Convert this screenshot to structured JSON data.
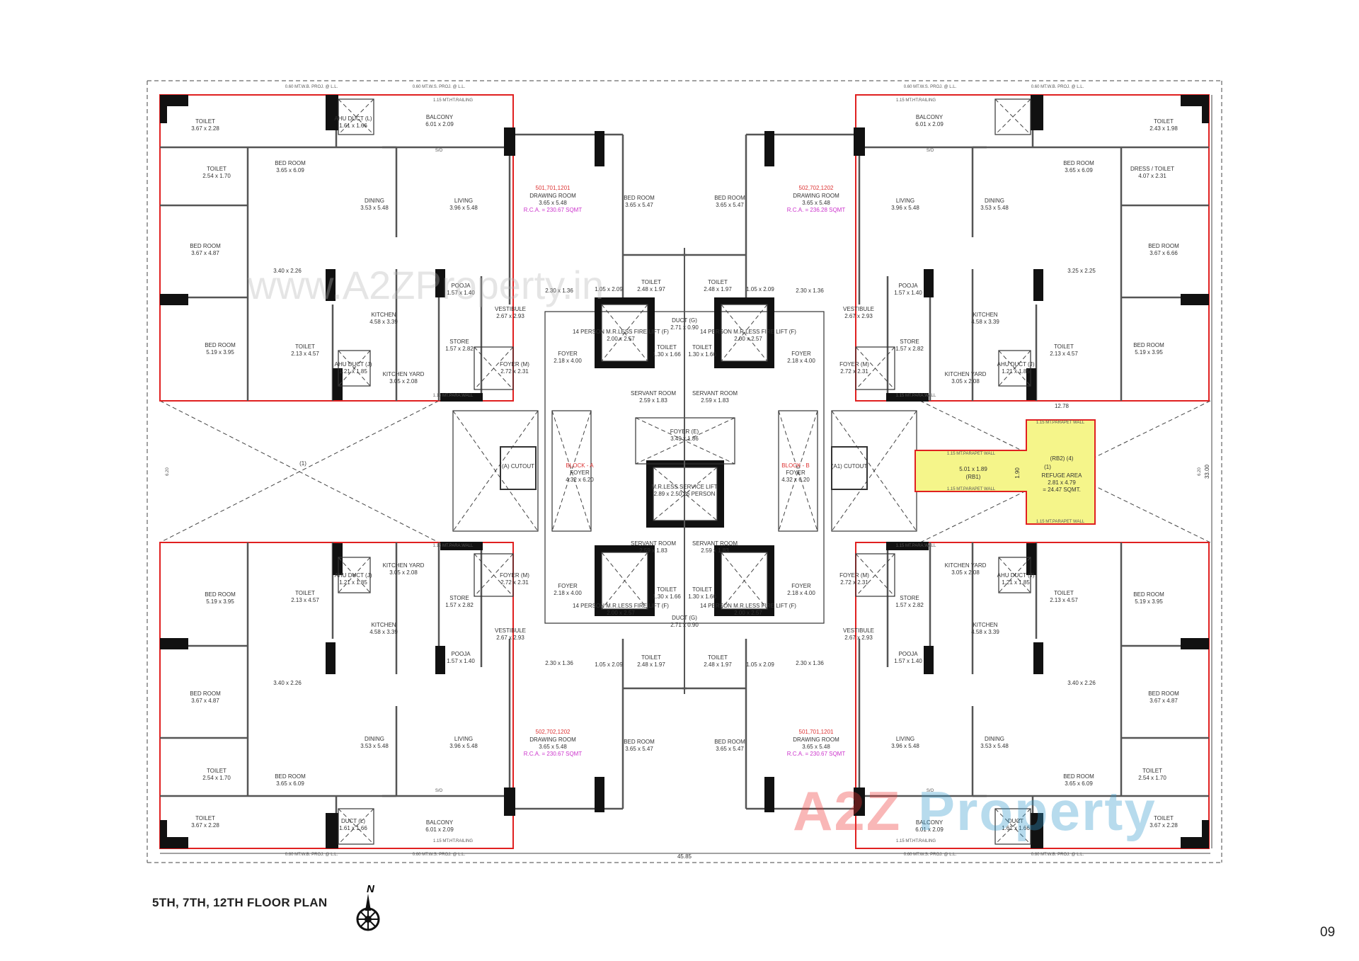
{
  "title": "5TH, 7TH, 12TH FLOOR PLAN",
  "page_number": "09",
  "north_label": "N",
  "watermark_text": "www.A2ZProperty.in",
  "logo": {
    "part1": "A2Z",
    "part2": " Property"
  },
  "colors": {
    "outline": "#e02020",
    "refuge_fill": "#f5f58a",
    "wall": "#555555",
    "column": "#111111",
    "unit_label": "#d33333",
    "rca_label": "#cc33cc"
  },
  "dimensions": {
    "overall_width": "45.85",
    "overall_depth": "33.00",
    "gap_left": "6.20",
    "gap_right": "6.20"
  },
  "apartments": [
    {
      "id": "top-left",
      "unit": "501,701,1201",
      "rca": "R.C.A. = 230.67 SQMT",
      "rooms": [
        [
          "TOILET",
          "3.67 x 2.28"
        ],
        [
          "TOILET",
          "2.54 x 1.70"
        ],
        [
          "BED ROOM",
          "3.65 x 6.09"
        ],
        [
          "BED ROOM",
          "3.67 x 4.87"
        ],
        [
          "",
          "3.40 x 2.26"
        ],
        [
          "BED ROOM",
          "5.19 x 3.95"
        ],
        [
          "TOILET",
          "2.13 x 4.57"
        ],
        [
          "DINING",
          "3.53 x 5.48"
        ],
        [
          "LIVING",
          "3.96 x 5.48"
        ],
        [
          "BALCONY",
          "6.01 x 2.09"
        ],
        [
          "AHU DUCT (L)",
          "1.61 x 1.66"
        ],
        [
          "KITCHEN",
          "4.58 x 3.39"
        ],
        [
          "POOJA",
          "1.57 x 1.40"
        ],
        [
          "STORE",
          "1.57 x 2.82"
        ],
        [
          "KITCHEN YARD",
          "3.05 x 2.08"
        ],
        [
          "AHU DUCT (J)",
          "1.21 x 1.85"
        ],
        [
          "VESTIBULE",
          "2.67 x 2.93"
        ],
        [
          "FOYER (M)",
          "2.72 x 2.31"
        ],
        [
          "DRAWING ROOM",
          "3.65 x 5.48"
        ],
        [
          "",
          "2.30 x 1.36"
        ],
        [
          "FOYER",
          "2.18 x 4.00"
        ],
        [
          "BED ROOM",
          "3.65 x 5.47"
        ],
        [
          "TOILET",
          "2.48 x 1.97"
        ],
        [
          "",
          "1.05 x 2.09"
        ]
      ]
    },
    {
      "id": "top-right",
      "unit": "502,702,1202",
      "rca": "R.C.A. = 236.28 SQMT",
      "rooms": [
        [
          "TOILET",
          "2.43 x 1.98"
        ],
        [
          "DRESS / TOILET",
          "4.07 x 2.31"
        ],
        [
          "BED ROOM",
          "3.65 x 6.09"
        ],
        [
          "BED ROOM",
          "3.67 x 6.66"
        ],
        [
          "",
          "3.25 x 2.25"
        ],
        [
          "BED ROOM",
          "5.19 x 3.95"
        ],
        [
          "TOILET",
          "2.13 x 4.57"
        ],
        [
          "DINING",
          "3.53 x 5.48"
        ],
        [
          "LIVING",
          "3.96 x 5.48"
        ],
        [
          "BALCONY",
          "6.01 x 2.09"
        ],
        [
          "",
          ""
        ],
        [
          "KITCHEN",
          "4.58 x 3.39"
        ],
        [
          "POOJA",
          "1.57 x 1.40"
        ],
        [
          "STORE",
          "1.57 x 2.82"
        ],
        [
          "KITCHEN YARD",
          "3.05 x 2.08"
        ],
        [
          "AHU DUCT (J)",
          "1.21 x 1.85"
        ],
        [
          "VESTIBULE",
          "2.67 x 2.93"
        ],
        [
          "FOYER (M)",
          "2.72 x 2.31"
        ],
        [
          "DRAWING ROOM",
          "3.65 x 5.48"
        ],
        [
          "",
          "2.30 x 1.36"
        ],
        [
          "FOYER",
          "2.18 x 4.00"
        ],
        [
          "BED ROOM",
          "3.65 x 5.47"
        ],
        [
          "TOILET",
          "2.48 x 1.97"
        ],
        [
          "",
          "1.05 x 2.09"
        ]
      ]
    },
    {
      "id": "bottom-left",
      "unit": "502,702,1202",
      "rca": "R.C.A. = 230.67 SQMT",
      "rooms": [
        [
          "TOILET",
          "3.67 x 2.28"
        ],
        [
          "TOILET",
          "2.54 x 1.70"
        ],
        [
          "BED ROOM",
          "3.65 x 6.09"
        ],
        [
          "BED ROOM",
          "3.67 x 4.87"
        ],
        [
          "",
          "3.40 x 2.26"
        ],
        [
          "BED ROOM",
          "5.19 x 3.95"
        ],
        [
          "TOILET",
          "2.13 x 4.57"
        ],
        [
          "DINING",
          "3.53 x 5.48"
        ],
        [
          "LIVING",
          "3.96 x 5.48"
        ],
        [
          "BALCONY",
          "6.01 x 2.09"
        ],
        [
          "DUCT (L)",
          "1.61 x 1.66"
        ],
        [
          "KITCHEN",
          "4.58 x 3.39"
        ],
        [
          "POOJA",
          "1.57 x 1.40"
        ],
        [
          "STORE",
          "1.57 x 2.82"
        ],
        [
          "KITCHEN YARD",
          "3.05 x 2.08"
        ],
        [
          "AHU DUCT (J)",
          "1.21 x 1.85"
        ],
        [
          "VESTIBULE",
          "2.67 x 2.93"
        ],
        [
          "FOYER (M)",
          "2.72 x 2.31"
        ],
        [
          "DRAWING ROOM",
          "3.65 x 5.48"
        ],
        [
          "",
          "2.30 x 1.36"
        ],
        [
          "FOYER",
          "2.18 x 4.00"
        ],
        [
          "BED ROOM",
          "3.65 x 5.47"
        ],
        [
          "TOILET",
          "2.48 x 1.97"
        ],
        [
          "",
          "1.05 x 2.09"
        ]
      ]
    },
    {
      "id": "bottom-right",
      "unit": "501,701,1201",
      "rca": "R.C.A. = 230.67 SQMT",
      "rooms": [
        [
          "TOILET",
          "3.67 x 2.28"
        ],
        [
          "TOILET",
          "2.54 x 1.70"
        ],
        [
          "BED ROOM",
          "3.65 x 6.09"
        ],
        [
          "BED ROOM",
          "3.67 x 4.87"
        ],
        [
          "",
          "3.40 x 2.26"
        ],
        [
          "BED ROOM",
          "5.19 x 3.95"
        ],
        [
          "TOILET",
          "2.13 x 4.57"
        ],
        [
          "DINING",
          "3.53 x 5.48"
        ],
        [
          "LIVING",
          "3.96 x 5.48"
        ],
        [
          "BALCONY",
          "6.01 x 2.09"
        ],
        [
          "DUCT",
          "1.61 x 1.66"
        ],
        [
          "KITCHEN",
          "4.58 x 3.39"
        ],
        [
          "POOJA",
          "1.57 x 1.40"
        ],
        [
          "STORE",
          "1.57 x 2.82"
        ],
        [
          "KITCHEN YARD",
          "3.05 x 2.08"
        ],
        [
          "AHU DUCT (J)",
          "1.21 x 1.85"
        ],
        [
          "VESTIBULE",
          "2.67 x 2.93"
        ],
        [
          "FOYER (M)",
          "2.72 x 2.31"
        ],
        [
          "DRAWING ROOM",
          "3.65 x 5.48"
        ],
        [
          "",
          "2.30 x 1.36"
        ],
        [
          "FOYER",
          "2.18 x 4.00"
        ],
        [
          "BED ROOM",
          "3.65 x 5.47"
        ],
        [
          "TOILET",
          "2.48 x 1.97"
        ],
        [
          "",
          "1.05 x 2.09"
        ]
      ]
    }
  ],
  "core": [
    [
      "14 PERSON M.R.LESS FIRE LIFT (F)",
      "2.00 x 2.57"
    ],
    [
      "TOILET",
      "1.30 x 1.66"
    ],
    [
      "SERVANT ROOM",
      "2.59 x 1.83"
    ],
    [
      "FOYER (E)",
      "3.49 x 1.86"
    ],
    [
      "M.R.LESS SERVICE LIFT",
      "2.89 x 2.50  26 PERSON"
    ],
    [
      "DUCT (G)",
      "2.71 x 0.90"
    ]
  ],
  "blocks": [
    {
      "label": "BLOCK - A",
      "room": "FOYER",
      "dims": "4.32 x 6.20"
    },
    {
      "label": "BLOCK - B",
      "room": "FOYER",
      "dims": "4.32 x 6.20"
    }
  ],
  "cutouts": [
    "(A) CUTOUT",
    "(A1) CUTOUT"
  ],
  "open_area_label": "(1)",
  "refuge": {
    "name": "REFUGE AREA",
    "tag": "(RB2) (4)",
    "dims": "2.81 x 4.79",
    "area": "= 24.47 SQMT.",
    "strip_dims": "5.01 x 1.89",
    "strip_tag": "(RB1)",
    "width": "1.90",
    "wall": "1.15 MT.PARAPET WALL",
    "top_dim": "12.78"
  },
  "notes": {
    "wb_proj": "0.60 MT.W.B. PROJ. @ L.L.",
    "ws_proj": "0.60 MT.W.S. PROJ. @ L.L.",
    "railing": "1.15 MT.HT.RAILING",
    "para_wall": "1.15 MT.PARA.WALL",
    "sliding": "S/O"
  }
}
